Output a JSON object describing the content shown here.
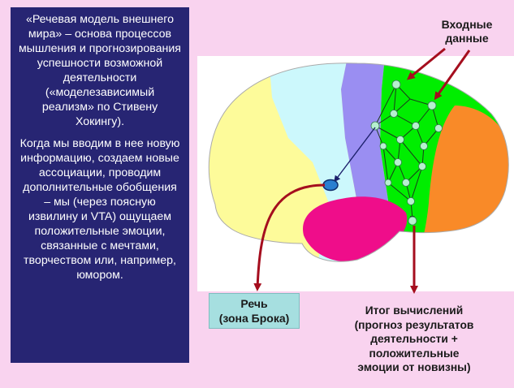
{
  "panel": {
    "paragraph1": "«Речевая модель внешнего мира» – основа процессов мышления и прогнозирования успешности возможной деятельности («моделезависимый реализм» по Стивену Хокингу).",
    "paragraph2": "Когда мы вводим в нее новую информацию, создаем новые ассоциации, проводим дополнительные обобщения – мы (через поясную извилину и VTA) ощущаем положительные эмоции, связанные с мечтами, творчеством или, например, юмором."
  },
  "labels": {
    "input_line1": "Входные",
    "input_line2": "данные",
    "speech_line1": "Речь",
    "speech_line2": "(зона Брока)",
    "result_line1": "Итог вычислений",
    "result_line2": "(прогноз результатов",
    "result_line3": "деятельности +",
    "result_line4": "положительные",
    "result_line5": "эмоции от новизны)"
  },
  "colors": {
    "background": "#f9d3ef",
    "panel": "#272573",
    "yellow_lobe": "#fdfb9a",
    "cyan_lobe": "#ccf8fc",
    "purple_lobe": "#9a8ef2",
    "green_lobe": "#00ee00",
    "orange_lobe": "#f98a28",
    "magenta_lobe": "#ef0d8a",
    "arrow": "#a50e1e",
    "speech_box": "#a6dfe0"
  }
}
